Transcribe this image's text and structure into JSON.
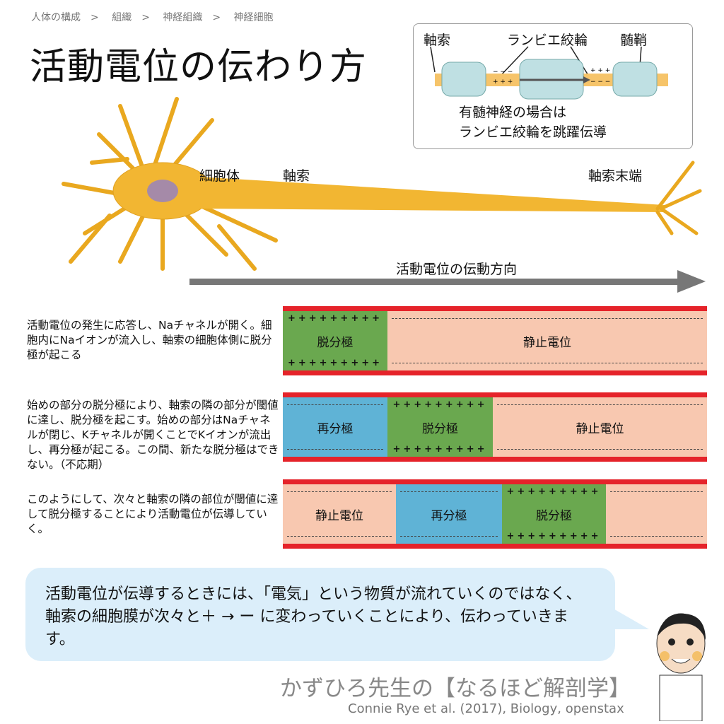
{
  "breadcrumb": [
    "人体の構成",
    "組織",
    "神経組織",
    "神経細胞"
  ],
  "breadcrumb_sep": ">",
  "title": "活動電位の伝わり方",
  "inset": {
    "labels": {
      "axon": "軸索",
      "node": "ランビエ絞輪",
      "myelin": "髄鞘"
    },
    "caption1": "有髄神経の場合は",
    "caption2": "ランビエ絞輪を跳躍伝導"
  },
  "neuron": {
    "soma": "細胞体",
    "axon": "軸索",
    "terminal": "軸索末端"
  },
  "direction_label": "活動電位の伝動方向",
  "steps": [
    {
      "text": "活動電位の発生に応答し、Naチャネルが開く。細胞内にNaイオンが流入し、軸索の細胞体側に脱分極が起こる",
      "segments": [
        "脱分極",
        "静止電位"
      ]
    },
    {
      "text": "始めの部分の脱分極により、軸索の隣の部分が閾値に達し、脱分極を起こす。始めの部分はNaチャネルが閉じ、Kチャネルが開くことでKイオンが流出し、再分極が起こる。この間、新たな脱分極はできない。（不応期）",
      "segments": [
        "再分極",
        "脱分極",
        "静止電位"
      ]
    },
    {
      "text": "このようにして、次々と軸索の隣の部位が閾値に達して脱分極することにより活動電位が伝導していく。",
      "segments": [
        "静止電位",
        "再分極",
        "脱分極",
        ""
      ]
    }
  ],
  "bubble_text": "活動電位が伝導するときには、「電気」という物質が流れていくのではなく、軸索の細胞膜が次々と＋ → ー に変わっていくことにより、伝わっていきます。",
  "brand": "かずひろ先生の【なるほど解剖学】",
  "credit": "Connie Rye et al. (2017), Biology, openstax",
  "colors": {
    "membrane": "#e5232a",
    "depolarized": "#6aa84f",
    "repolarized": "#5fb3d6",
    "resting": "#f8c8b0",
    "neuron": "#f2b632",
    "bubble": "#dbeefa"
  }
}
